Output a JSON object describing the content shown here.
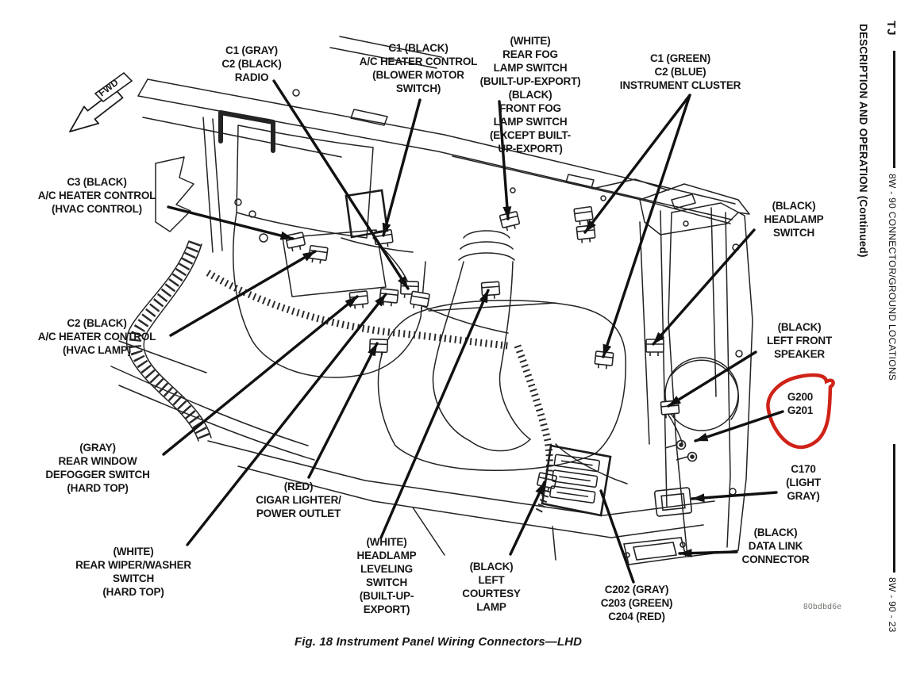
{
  "figure": {
    "caption": "Fig. 18 Instrument Panel Wiring Connectors—LHD",
    "drawing_code": "80bdbd6e",
    "fwd_label": "FWD"
  },
  "sidebar": {
    "model": "TJ",
    "section_title": "DESCRIPTION AND OPERATION (Continued)",
    "manual_section": "8W - 90 CONNECTOR/GROUND LOCATIONS",
    "page_number": "8W - 90 - 23"
  },
  "colors": {
    "ink": "#1c1c1c",
    "leader_black": "#111111",
    "highlight_red": "#cf2318"
  },
  "callouts": [
    {
      "id": "radio",
      "lines": [
        "C1 (GRAY)",
        "C2 (BLACK)",
        "RADIO"
      ]
    },
    {
      "id": "blower",
      "lines": [
        "C1 (BLACK)",
        "A/C HEATER CONTROL",
        "(BLOWER MOTOR",
        "SWITCH)"
      ]
    },
    {
      "id": "fog",
      "lines": [
        "(WHITE)",
        "REAR FOG",
        "LAMP SWITCH",
        "(BUILT-UP-EXPORT)",
        "(BLACK)",
        "FRONT FOG",
        "LAMP SWITCH",
        "(EXCEPT BUILT-",
        "UP-EXPORT)"
      ]
    },
    {
      "id": "cluster",
      "lines": [
        "C1 (GREEN)",
        "C2 (BLUE)",
        "INSTRUMENT CLUSTER"
      ]
    },
    {
      "id": "hvac-control",
      "lines": [
        "C3 (BLACK)",
        "A/C HEATER CONTROL",
        "(HVAC CONTROL)"
      ]
    },
    {
      "id": "hvac-lamp",
      "lines": [
        "C2 (BLACK)",
        "A/C HEATER CONTROL",
        "(HVAC LAMP)"
      ]
    },
    {
      "id": "headlamp-switch",
      "lines": [
        "(BLACK)",
        "HEADLAMP",
        "SWITCH"
      ]
    },
    {
      "id": "speaker",
      "lines": [
        "(BLACK)",
        "LEFT FRONT",
        "SPEAKER"
      ]
    },
    {
      "id": "grounds",
      "lines": [
        "G200",
        "G201"
      ],
      "highlighted": true
    },
    {
      "id": "defogger",
      "lines": [
        "(GRAY)",
        "REAR WINDOW",
        "DEFOGGER SWITCH",
        "(HARD TOP)"
      ]
    },
    {
      "id": "cigar",
      "lines": [
        "(RED)",
        "CIGAR LIGHTER/",
        "POWER OUTLET"
      ]
    },
    {
      "id": "c170",
      "lines": [
        "C170",
        "(LIGHT",
        "GRAY)"
      ]
    },
    {
      "id": "wiper",
      "lines": [
        "(WHITE)",
        "REAR WIPER/WASHER",
        "SWITCH",
        "(HARD TOP)"
      ]
    },
    {
      "id": "leveling",
      "lines": [
        "(WHITE)",
        "HEADLAMP",
        "LEVELING",
        "SWITCH",
        "(BUILT-UP-",
        "EXPORT)"
      ]
    },
    {
      "id": "courtesy",
      "lines": [
        "(BLACK)",
        "LEFT",
        "COURTESY",
        "LAMP"
      ]
    },
    {
      "id": "c202",
      "lines": [
        "C202 (GRAY)",
        "C203 (GREEN)",
        "C204 (RED)"
      ]
    },
    {
      "id": "dlc",
      "lines": [
        "(BLACK)",
        "DATA LINK",
        "CONNECTOR"
      ]
    }
  ]
}
